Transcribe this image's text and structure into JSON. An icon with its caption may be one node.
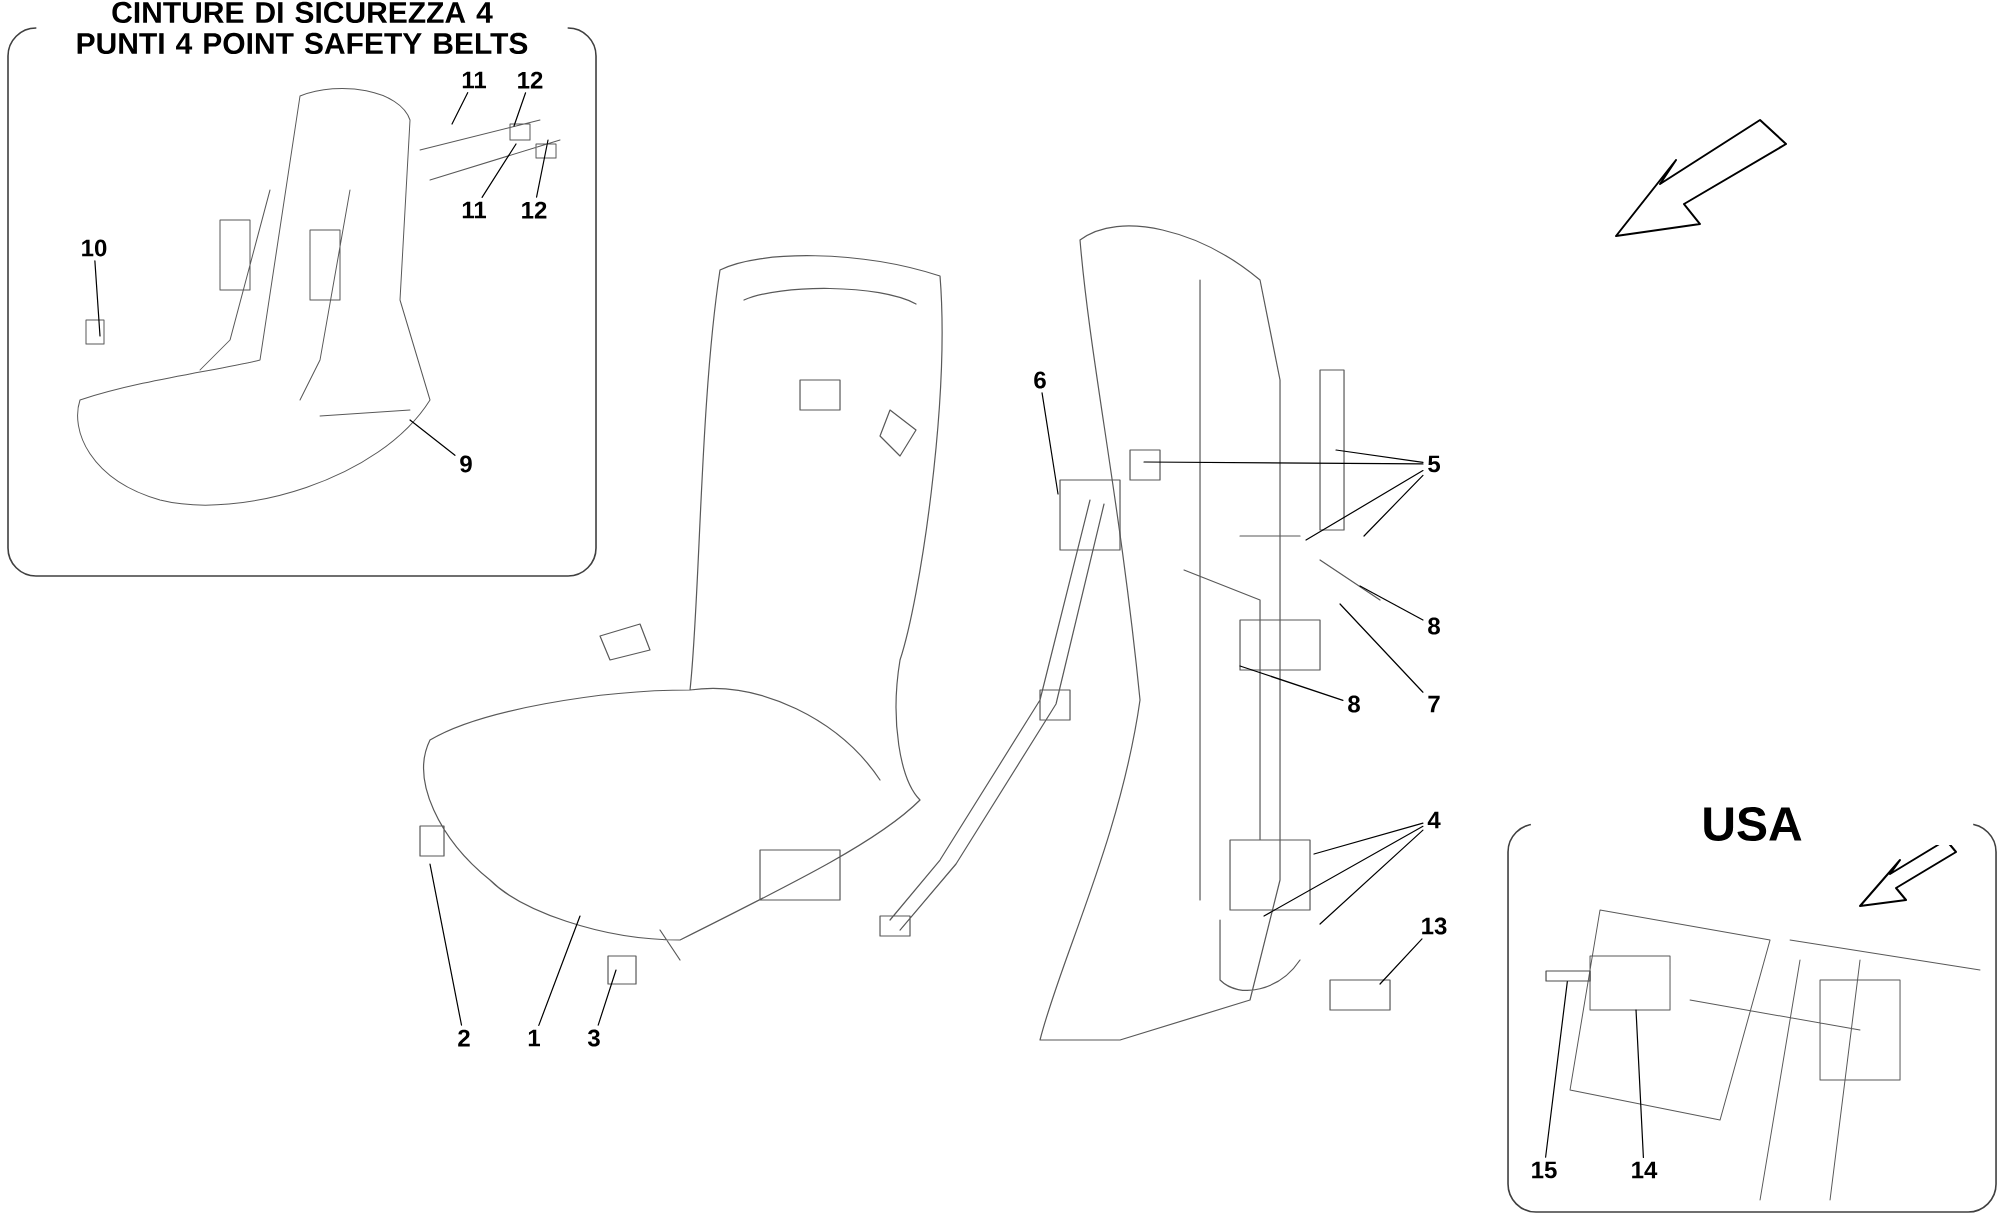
{
  "diagram": {
    "nodes": [
      {
        "text": [
          "CINTURE DI SICUREZZA 4 PUNTI 4 POINT SAFETY BELTS"
        ]
      },
      {
        "text": [
          "11"
        ],
        "in": 0
      },
      {
        "text": [
          "12"
        ],
        "in": 0
      },
      {
        "text": [
          "11"
        ],
        "in": 0
      },
      {
        "text": [
          "12"
        ],
        "in": 0
      },
      {
        "text": [
          "10"
        ],
        "in": 0
      },
      {
        "text": [
          "9"
        ],
        "in": 0
      },
      {
        "text": [
          "6"
        ]
      },
      {
        "text": [
          "5"
        ]
      },
      {
        "text": [
          "8"
        ]
      },
      {
        "text": [
          "8"
        ]
      },
      {
        "text": [
          "7"
        ]
      },
      {
        "text": [
          "4"
        ]
      },
      {
        "text": [
          "13"
        ]
      },
      {
        "text": [
          "2"
        ]
      },
      {
        "text": [
          "1"
        ]
      },
      {
        "text": [
          "3"
        ]
      },
      {
        "text": [
          "USA"
        ]
      },
      {
        "text": [
          "15"
        ],
        "in": 17
      },
      {
        "text": [
          "14"
        ],
        "in": 17
      },
      {
        "text": [],
        "shape": "box",
        "in": 17
      }
    ],
    "edges": [
      {
        "from": 1,
        "to": null,
        "arrow": "none"
      },
      {
        "from": 2,
        "to": null,
        "arrow": "none"
      },
      {
        "from": 3,
        "to": null,
        "arrow": "none"
      },
      {
        "from": 4,
        "to": null,
        "arrow": "none"
      },
      {
        "from": 5,
        "to": null,
        "arrow": "none"
      },
      {
        "from": 6,
        "to": null,
        "arrow": "none"
      },
      {
        "from": 7,
        "to": null,
        "arrow": "none"
      },
      {
        "from": 8,
        "to": null,
        "arrow": "none"
      },
      {
        "from": 8,
        "to": null,
        "arrow": "none"
      },
      {
        "from": 8,
        "to": null,
        "arrow": "none"
      },
      {
        "from": 8,
        "to": null,
        "arrow": "none"
      },
      {
        "from": 9,
        "to": null,
        "arrow": "none"
      },
      {
        "from": 10,
        "to": null,
        "arrow": "none"
      },
      {
        "from": 11,
        "to": null,
        "arrow": "none"
      },
      {
        "from": 12,
        "to": null,
        "arrow": "none"
      },
      {
        "from": 12,
        "to": null,
        "arrow": "none"
      },
      {
        "from": 12,
        "to": null,
        "arrow": "none"
      },
      {
        "from": 13,
        "to": null,
        "arrow": "none"
      },
      {
        "from": 14,
        "to": null,
        "arrow": "none"
      },
      {
        "from": 15,
        "to": null,
        "arrow": "none"
      },
      {
        "from": 16,
        "to": null,
        "arrow": "none"
      },
      {
        "from": 18,
        "to": 20,
        "arrow": "none"
      },
      {
        "from": 19,
        "to": null,
        "arrow": "none"
      }
    ]
  }
}
